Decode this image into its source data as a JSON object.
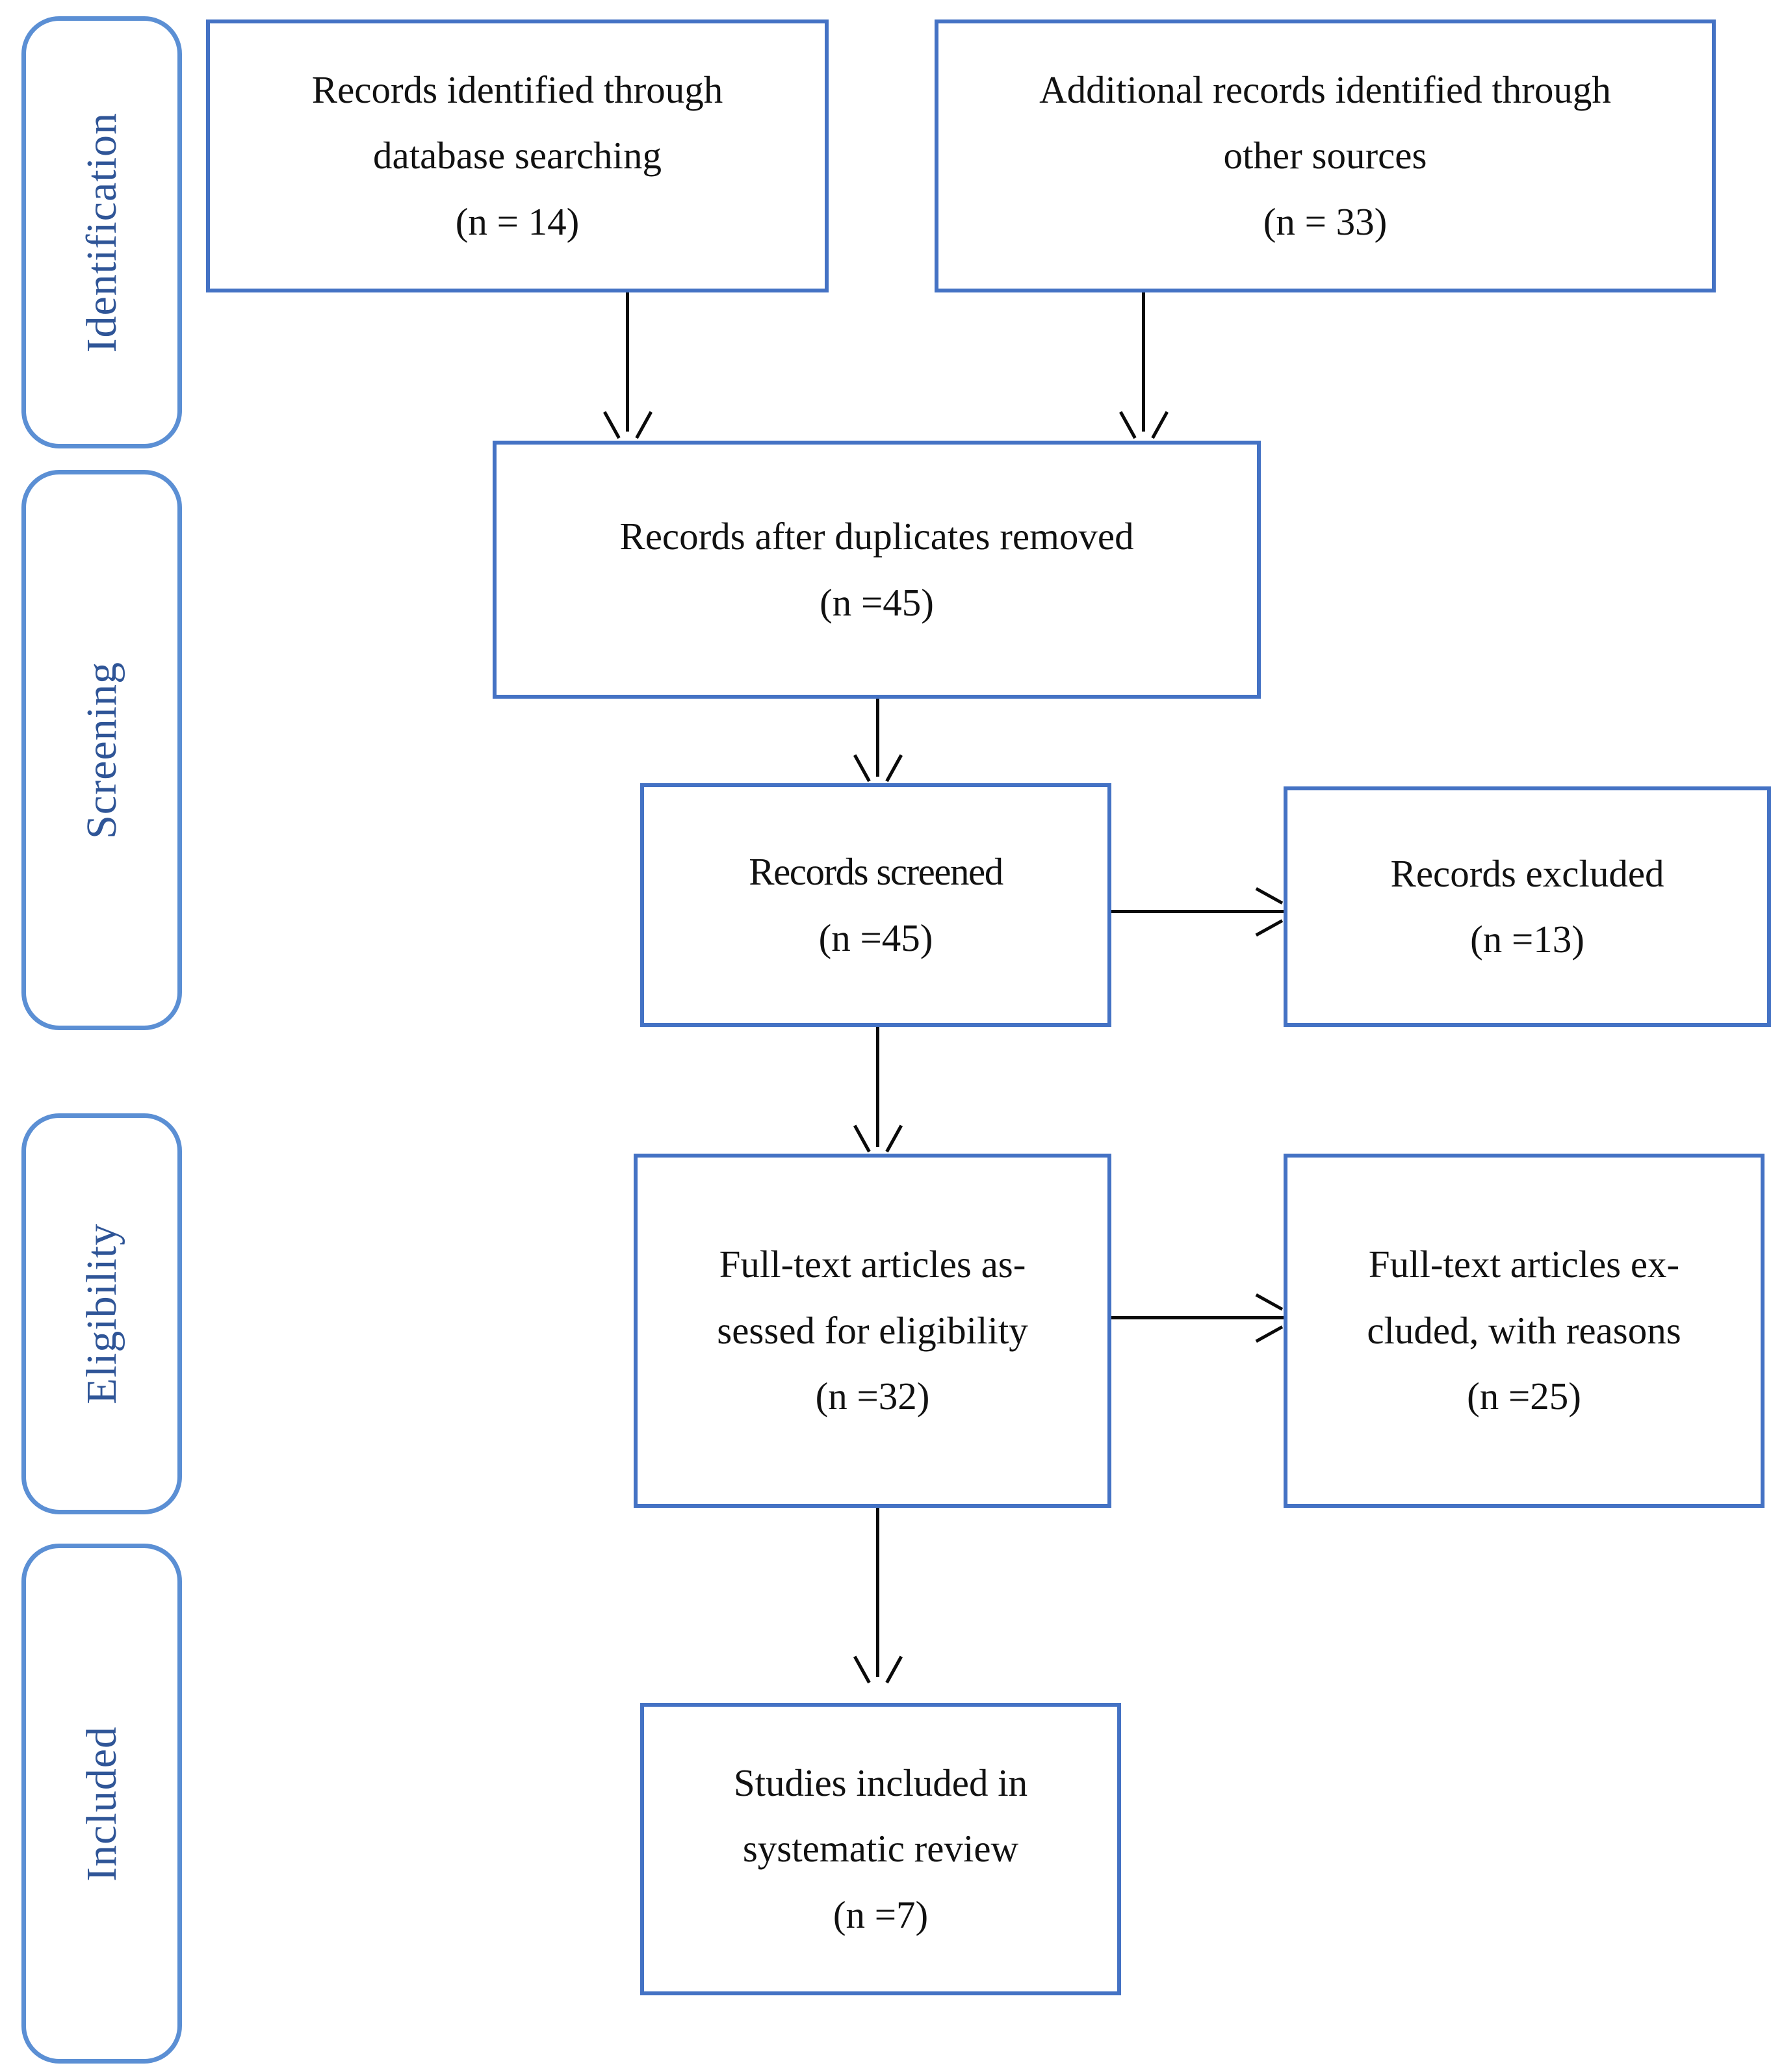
{
  "diagram": {
    "type": "prisma-flow-diagram",
    "accent_color": "#4472C4",
    "panel_color": "#5B8FD4",
    "label_color": "#2F5597",
    "connector_color": "#0A0A0A",
    "background": "#FFFFFF"
  },
  "stages": [
    {
      "label": "Identification"
    },
    {
      "label": "Screening"
    },
    {
      "label": "Eligibility"
    },
    {
      "label": "Included"
    }
  ],
  "boxes": {
    "db_search": {
      "lines": [
        "Records identified through",
        "database searching",
        "(n = 14)"
      ],
      "count": 14
    },
    "other_sources": {
      "lines": [
        "Additional records identified through",
        "other sources",
        "(n = 33)"
      ],
      "count": 33
    },
    "duplicates_removed": {
      "lines": [
        "Records after duplicates removed",
        "(n =45)"
      ],
      "count": 45
    },
    "records_screened": {
      "lines": [
        "Records screened",
        "(n =45)"
      ],
      "count": 45
    },
    "records_excluded": {
      "lines": [
        "Records excluded",
        "(n =13)"
      ],
      "count": 13
    },
    "fulltext_assessed": {
      "lines": [
        "Full-text articles as-",
        "sessed for eligibility",
        "(n =32)"
      ],
      "count": 32
    },
    "fulltext_excluded": {
      "lines": [
        "Full-text articles ex-",
        "cluded, with reasons",
        "(n =25)"
      ],
      "count": 25
    },
    "studies_included": {
      "lines": [
        "Studies included in",
        "systematic review",
        "(n =7)"
      ],
      "count": 7
    }
  }
}
